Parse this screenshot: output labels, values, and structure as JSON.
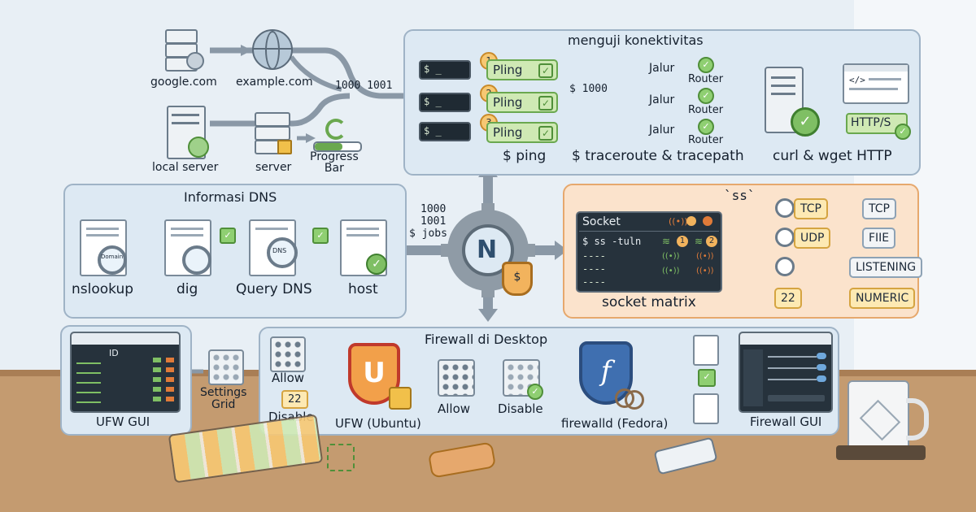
{
  "top_left": {
    "google": "google.com",
    "example": "example.com",
    "local_server": "local server",
    "server": "server",
    "progress_bar": "Progress\nBar",
    "ports": "1000 1001"
  },
  "connectivity": {
    "title": "menguji konektivitas",
    "term_prompt": "$ _",
    "pings": [
      {
        "num": "1",
        "label": "Pling"
      },
      {
        "num": "2",
        "label": "Pling"
      },
      {
        "num": "3",
        "label": "Pling"
      }
    ],
    "dollar_1000": "$ 1000",
    "paths": [
      "Jalur",
      "Jalur",
      "Jalur"
    ],
    "routers": [
      "Router",
      "Router",
      "Router"
    ],
    "ping_caption": "$ ping",
    "traceroute_caption": "$ traceroute & tracepath",
    "curl_caption": "curl & wget HTTP",
    "https_label": "HTTP/S",
    "code_marks": "</>"
  },
  "dns": {
    "title": "Informasi DNS",
    "domain_tag": "Domain",
    "query_tag": "DNS",
    "items": [
      "nslookup",
      "dig",
      "Query DNS",
      "host"
    ]
  },
  "center": {
    "jobs_lines": [
      "1000",
      "1001",
      "$ jobs"
    ]
  },
  "ss": {
    "title": "`ss`",
    "socket_title": "Socket",
    "command": "$ ss -tuln",
    "dashes": [
      "----",
      "----",
      "----"
    ],
    "caption": "socket matrix",
    "badge_1": "1",
    "badge_2": "2",
    "left_tags": [
      "TCP",
      "UDP",
      "",
      "22"
    ],
    "right_tags": [
      "TCP",
      "FIIE",
      "LISTENING",
      "NUMERIC"
    ]
  },
  "ufw_gui": {
    "caption": "UFW GUI",
    "col_id": "ID",
    "settings": "Settings\nGrid"
  },
  "firewall": {
    "title": "Firewall di Desktop",
    "allow_left": "Allow",
    "port_22": "22",
    "disable_left": "Disable",
    "ufw_caption": "UFW (Ubuntu)",
    "allow_right": "Allow",
    "disable_mid": "Disable",
    "firewalld_caption": "firewalld (Fedora)",
    "gui_caption": "Firewall GUI"
  },
  "colors": {
    "panel_blue": "#dde9f3",
    "panel_orange": "#fbe3cc",
    "terminal": "#1f2a33",
    "ping_green": "#cfe9b4",
    "arrow_gray": "#8a98a6",
    "accent_orange": "#e07b39"
  }
}
